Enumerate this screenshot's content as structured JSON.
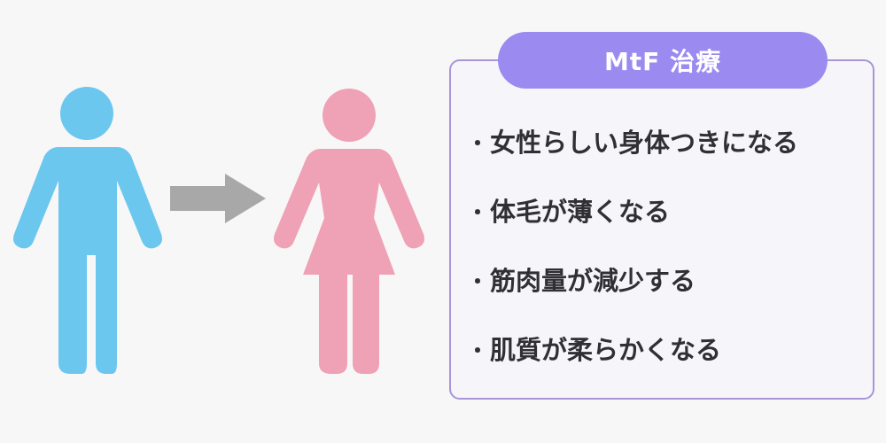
{
  "colors": {
    "male_figure": "#6cc7ef",
    "female_figure": "#efa1b5",
    "arrow": "#a8a8a8",
    "title_pill": "#9b8aef",
    "box_border": "#a895d8",
    "box_background": "#f6f5f9",
    "text": "#2f2f35"
  },
  "illustration": {
    "from_icon": "male-figure-icon",
    "arrow_icon": "arrow-right-icon",
    "to_icon": "female-figure-icon"
  },
  "panel": {
    "title": "MtF 治療",
    "bullet": "・",
    "items": [
      "女性らしい身体つきになる",
      "体毛が薄くなる",
      "筋肉量が減少する",
      "肌質が柔らかくなる"
    ]
  }
}
